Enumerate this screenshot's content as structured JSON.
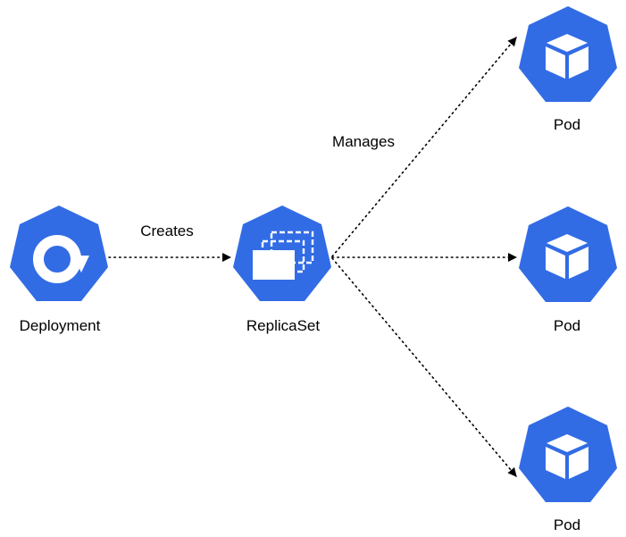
{
  "colors": {
    "node_fill": "#326ce5",
    "icon": "#ffffff",
    "edge": "#000000",
    "text": "#000000"
  },
  "nodes": {
    "deployment": {
      "label": "Deployment",
      "icon": "rotate-arrow-icon"
    },
    "replicaset": {
      "label": "ReplicaSet",
      "icon": "stacked-frames-icon"
    },
    "pod1": {
      "label": "Pod",
      "icon": "cube-icon"
    },
    "pod2": {
      "label": "Pod",
      "icon": "cube-icon"
    },
    "pod3": {
      "label": "Pod",
      "icon": "cube-icon"
    }
  },
  "edges": {
    "creates": {
      "from": "deployment",
      "to": "replicaset",
      "label": "Creates",
      "style": "dotted"
    },
    "manages": {
      "from": "replicaset",
      "to": [
        "pod1",
        "pod2",
        "pod3"
      ],
      "label": "Manages",
      "style": "dotted"
    }
  }
}
